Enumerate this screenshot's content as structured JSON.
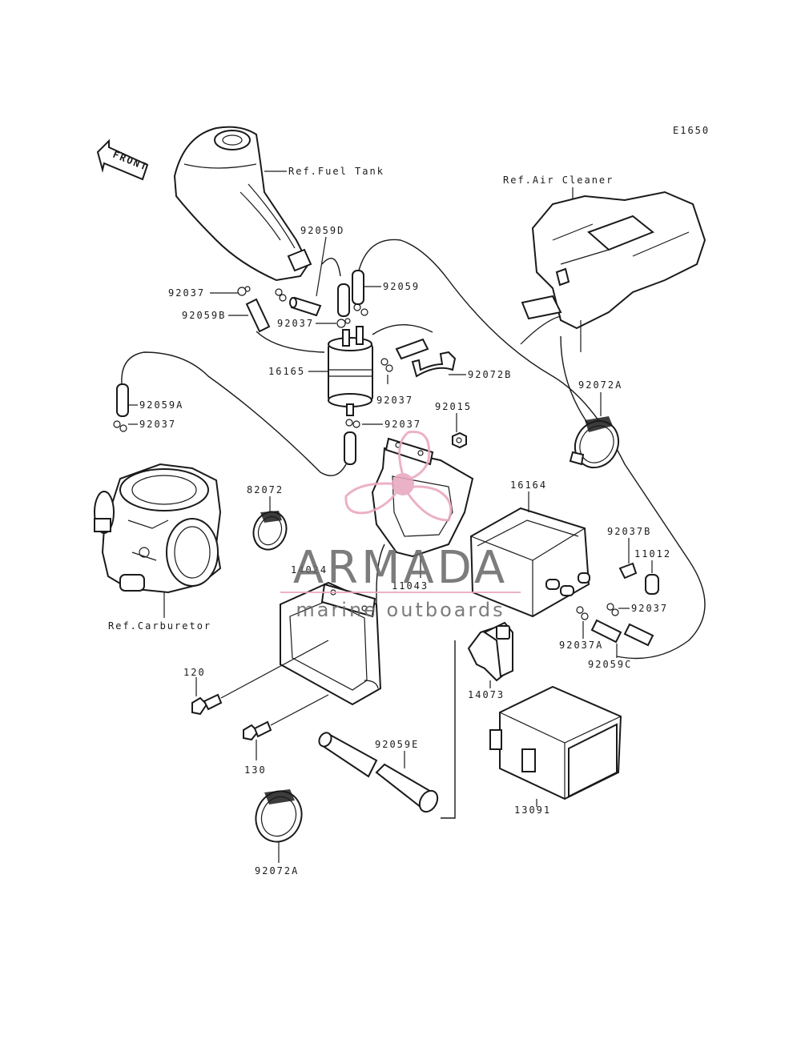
{
  "diagram_code": "E1650",
  "front_label": "FRONT",
  "refs": {
    "fuel_tank": "Ref.Fuel Tank",
    "air_cleaner": "Ref.Air Cleaner",
    "carburetor": "Ref.Carburetor"
  },
  "parts": {
    "p92059D": "92059D",
    "p92059": "92059",
    "p92037_a": "92037",
    "p92059B": "92059B",
    "p92037_b": "92037",
    "p16165": "16165",
    "p92072B": "92072B",
    "p92037_c": "92037",
    "p92072A_top": "92072A",
    "p92059A": "92059A",
    "p92037_d": "92037",
    "p92037_e": "92037",
    "p92015": "92015",
    "p82072": "82072",
    "p16164": "16164",
    "p92037B": "92037B",
    "p11012": "11012",
    "p14024": "14024",
    "p11043": "11043",
    "p92037_f": "92037",
    "p92037A": "92037A",
    "p92059C": "92059C",
    "p120": "120",
    "p14073": "14073",
    "p130": "130",
    "p92059E": "92059E",
    "p13091": "13091",
    "p92072A_bottom": "92072A"
  },
  "watermark": {
    "brand": "ARMADA",
    "tagline": "marine outboards",
    "logo_color": "#e9a7c0",
    "text_color": "#6b6b6b"
  }
}
